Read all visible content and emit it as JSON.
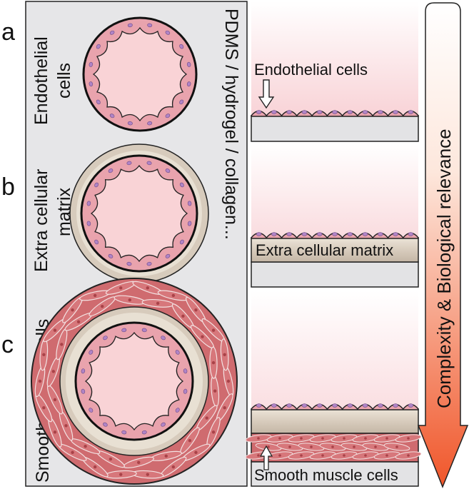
{
  "rows": [
    {
      "letter": "a",
      "left_label": [
        "Endothelial",
        "cells"
      ],
      "right_label": "Endothelial cells"
    },
    {
      "letter": "b",
      "left_label": [
        "Extra cellular",
        "matrix"
      ],
      "right_label": "Extra cellular matrix"
    },
    {
      "letter": "c",
      "left_label": [
        "Smooth muscle cells"
      ],
      "right_label": "Smooth muscle cells"
    }
  ],
  "substrate_label": "PDMS / hydrogel / collagen...",
  "arrow_label": "Complexity & Biological relevance",
  "colors": {
    "panel_bg": "#e6e6e8",
    "lumen_pink": "#f9d3d6",
    "endothelial_cell": "#e9a3ad",
    "nucleus": "#b184c6",
    "ecm_beige": "#d7cbbc",
    "smooth_muscle": "#cf6b6f",
    "substrate_grey": "#e3e3e5",
    "arrow_top": "#ffffff",
    "arrow_bottom": "#f0562a"
  }
}
